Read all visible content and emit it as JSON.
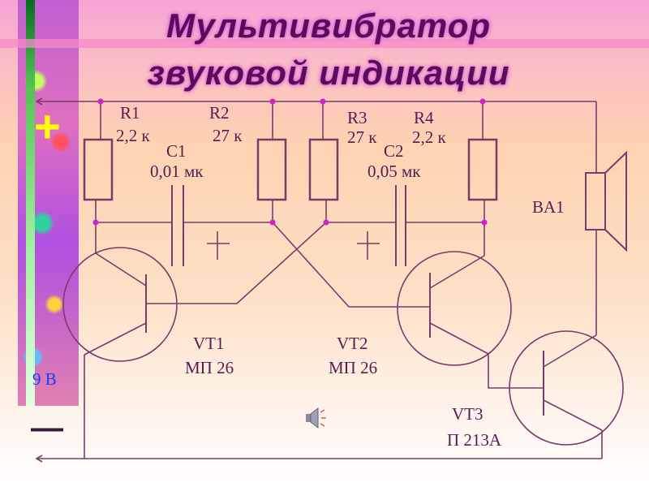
{
  "title": {
    "line1": "Мультивибратор",
    "line2": "звуковой индикации"
  },
  "components": {
    "r1": {
      "name": "R1",
      "value": "2,2 к"
    },
    "r2": {
      "name": "R2",
      "value": "27 к"
    },
    "r3": {
      "name": "R3",
      "value": "27 к"
    },
    "r4": {
      "name": "R4",
      "value": "2,2 к"
    },
    "c1": {
      "name": "C1",
      "value": "0,01 мк"
    },
    "c2": {
      "name": "C2",
      "value": "0,05 мк"
    },
    "vt1": {
      "name": "VT1",
      "value": "МП 26"
    },
    "vt2": {
      "name": "VT2",
      "value": "МП 26"
    },
    "vt3": {
      "name": "VT3",
      "value": "П 213А"
    },
    "ba1": {
      "name": "BA1"
    }
  },
  "power": {
    "plus": "+",
    "voltage": "9 В",
    "minus": "—"
  },
  "colors": {
    "wire": "#7a3a6a",
    "node": "#d020d0",
    "title": "#5c0a5c",
    "voltage": "#1a3aff",
    "plus": "#ffff00"
  }
}
